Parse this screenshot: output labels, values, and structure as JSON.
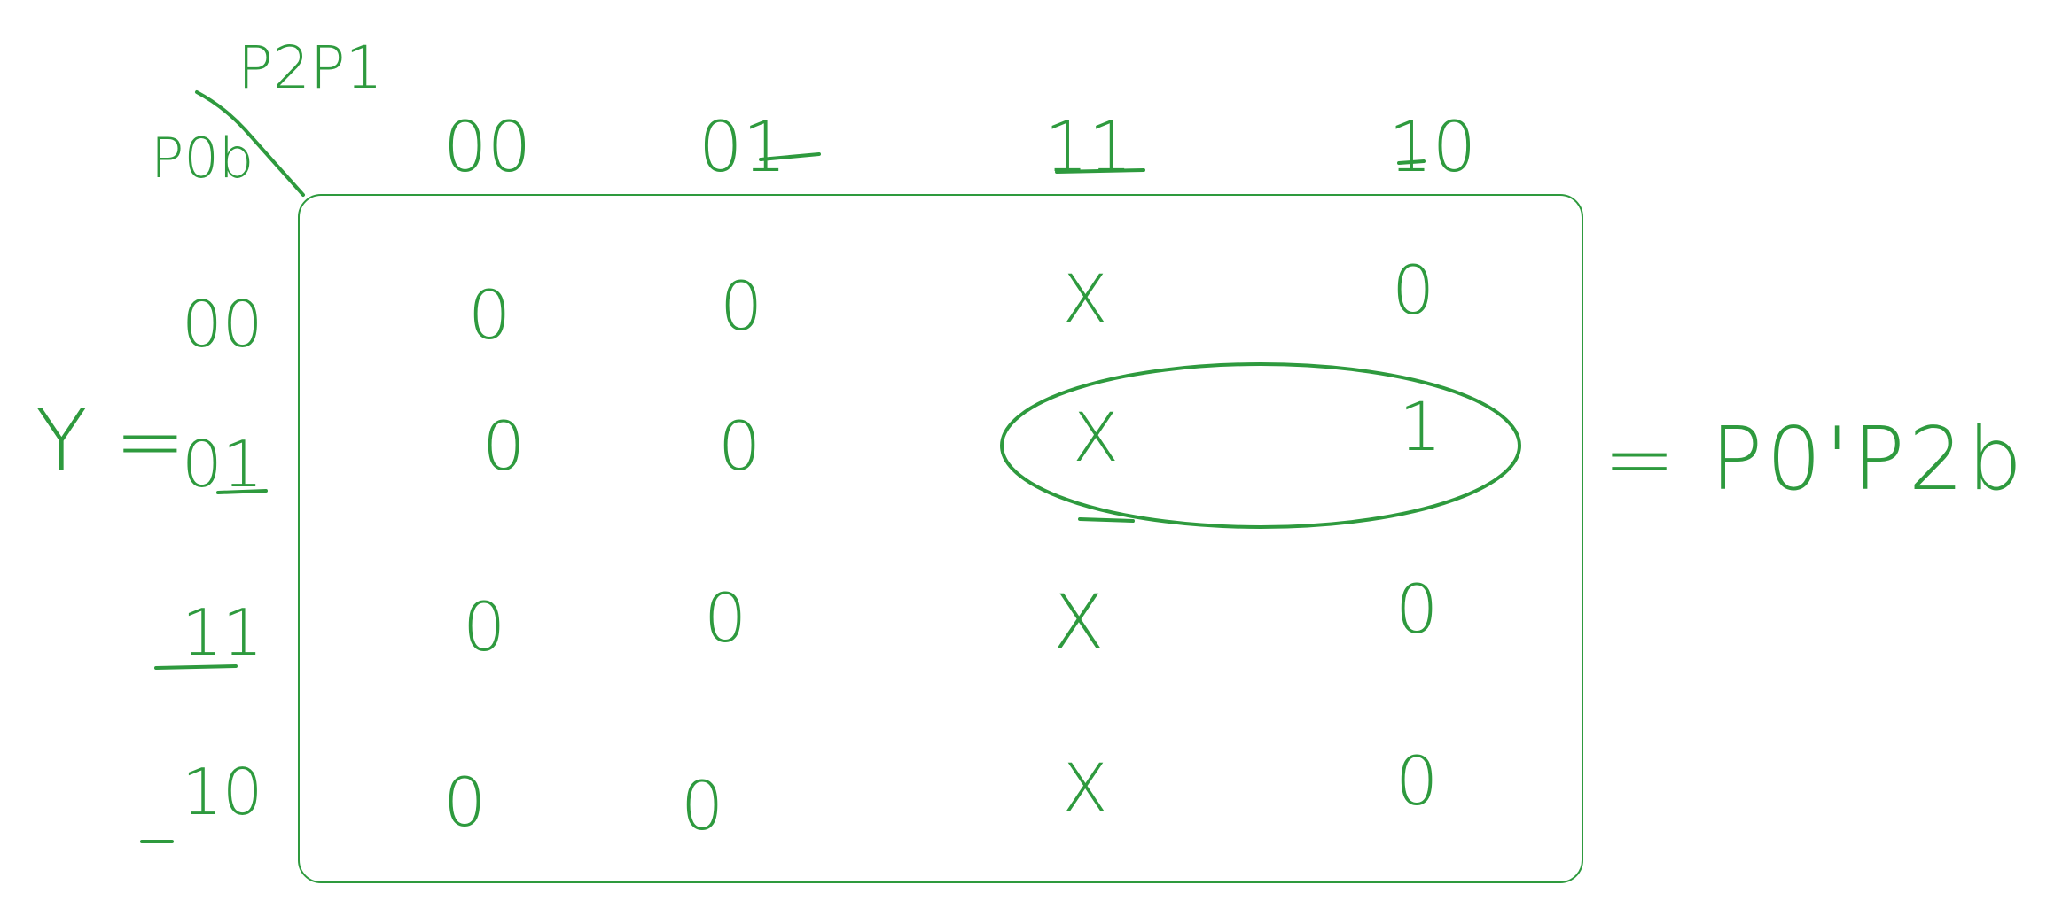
{
  "kmap": {
    "column_var_label": "P2P1",
    "row_var_label": "P0b",
    "column_headers": [
      "00",
      "01",
      "11",
      "10"
    ],
    "row_headers": [
      "00",
      "01",
      "11",
      "10"
    ],
    "cells": [
      [
        "0",
        "0",
        "X",
        "0"
      ],
      [
        "0",
        "0",
        "X",
        "1"
      ],
      [
        "0",
        "0",
        "X",
        "0"
      ],
      [
        "0",
        "0",
        "X",
        "0"
      ]
    ],
    "output_label": "Y =",
    "result_expression": "= P0'P2b"
  },
  "colors": {
    "ink": "#2e9a3e",
    "background": "#ffffff"
  }
}
